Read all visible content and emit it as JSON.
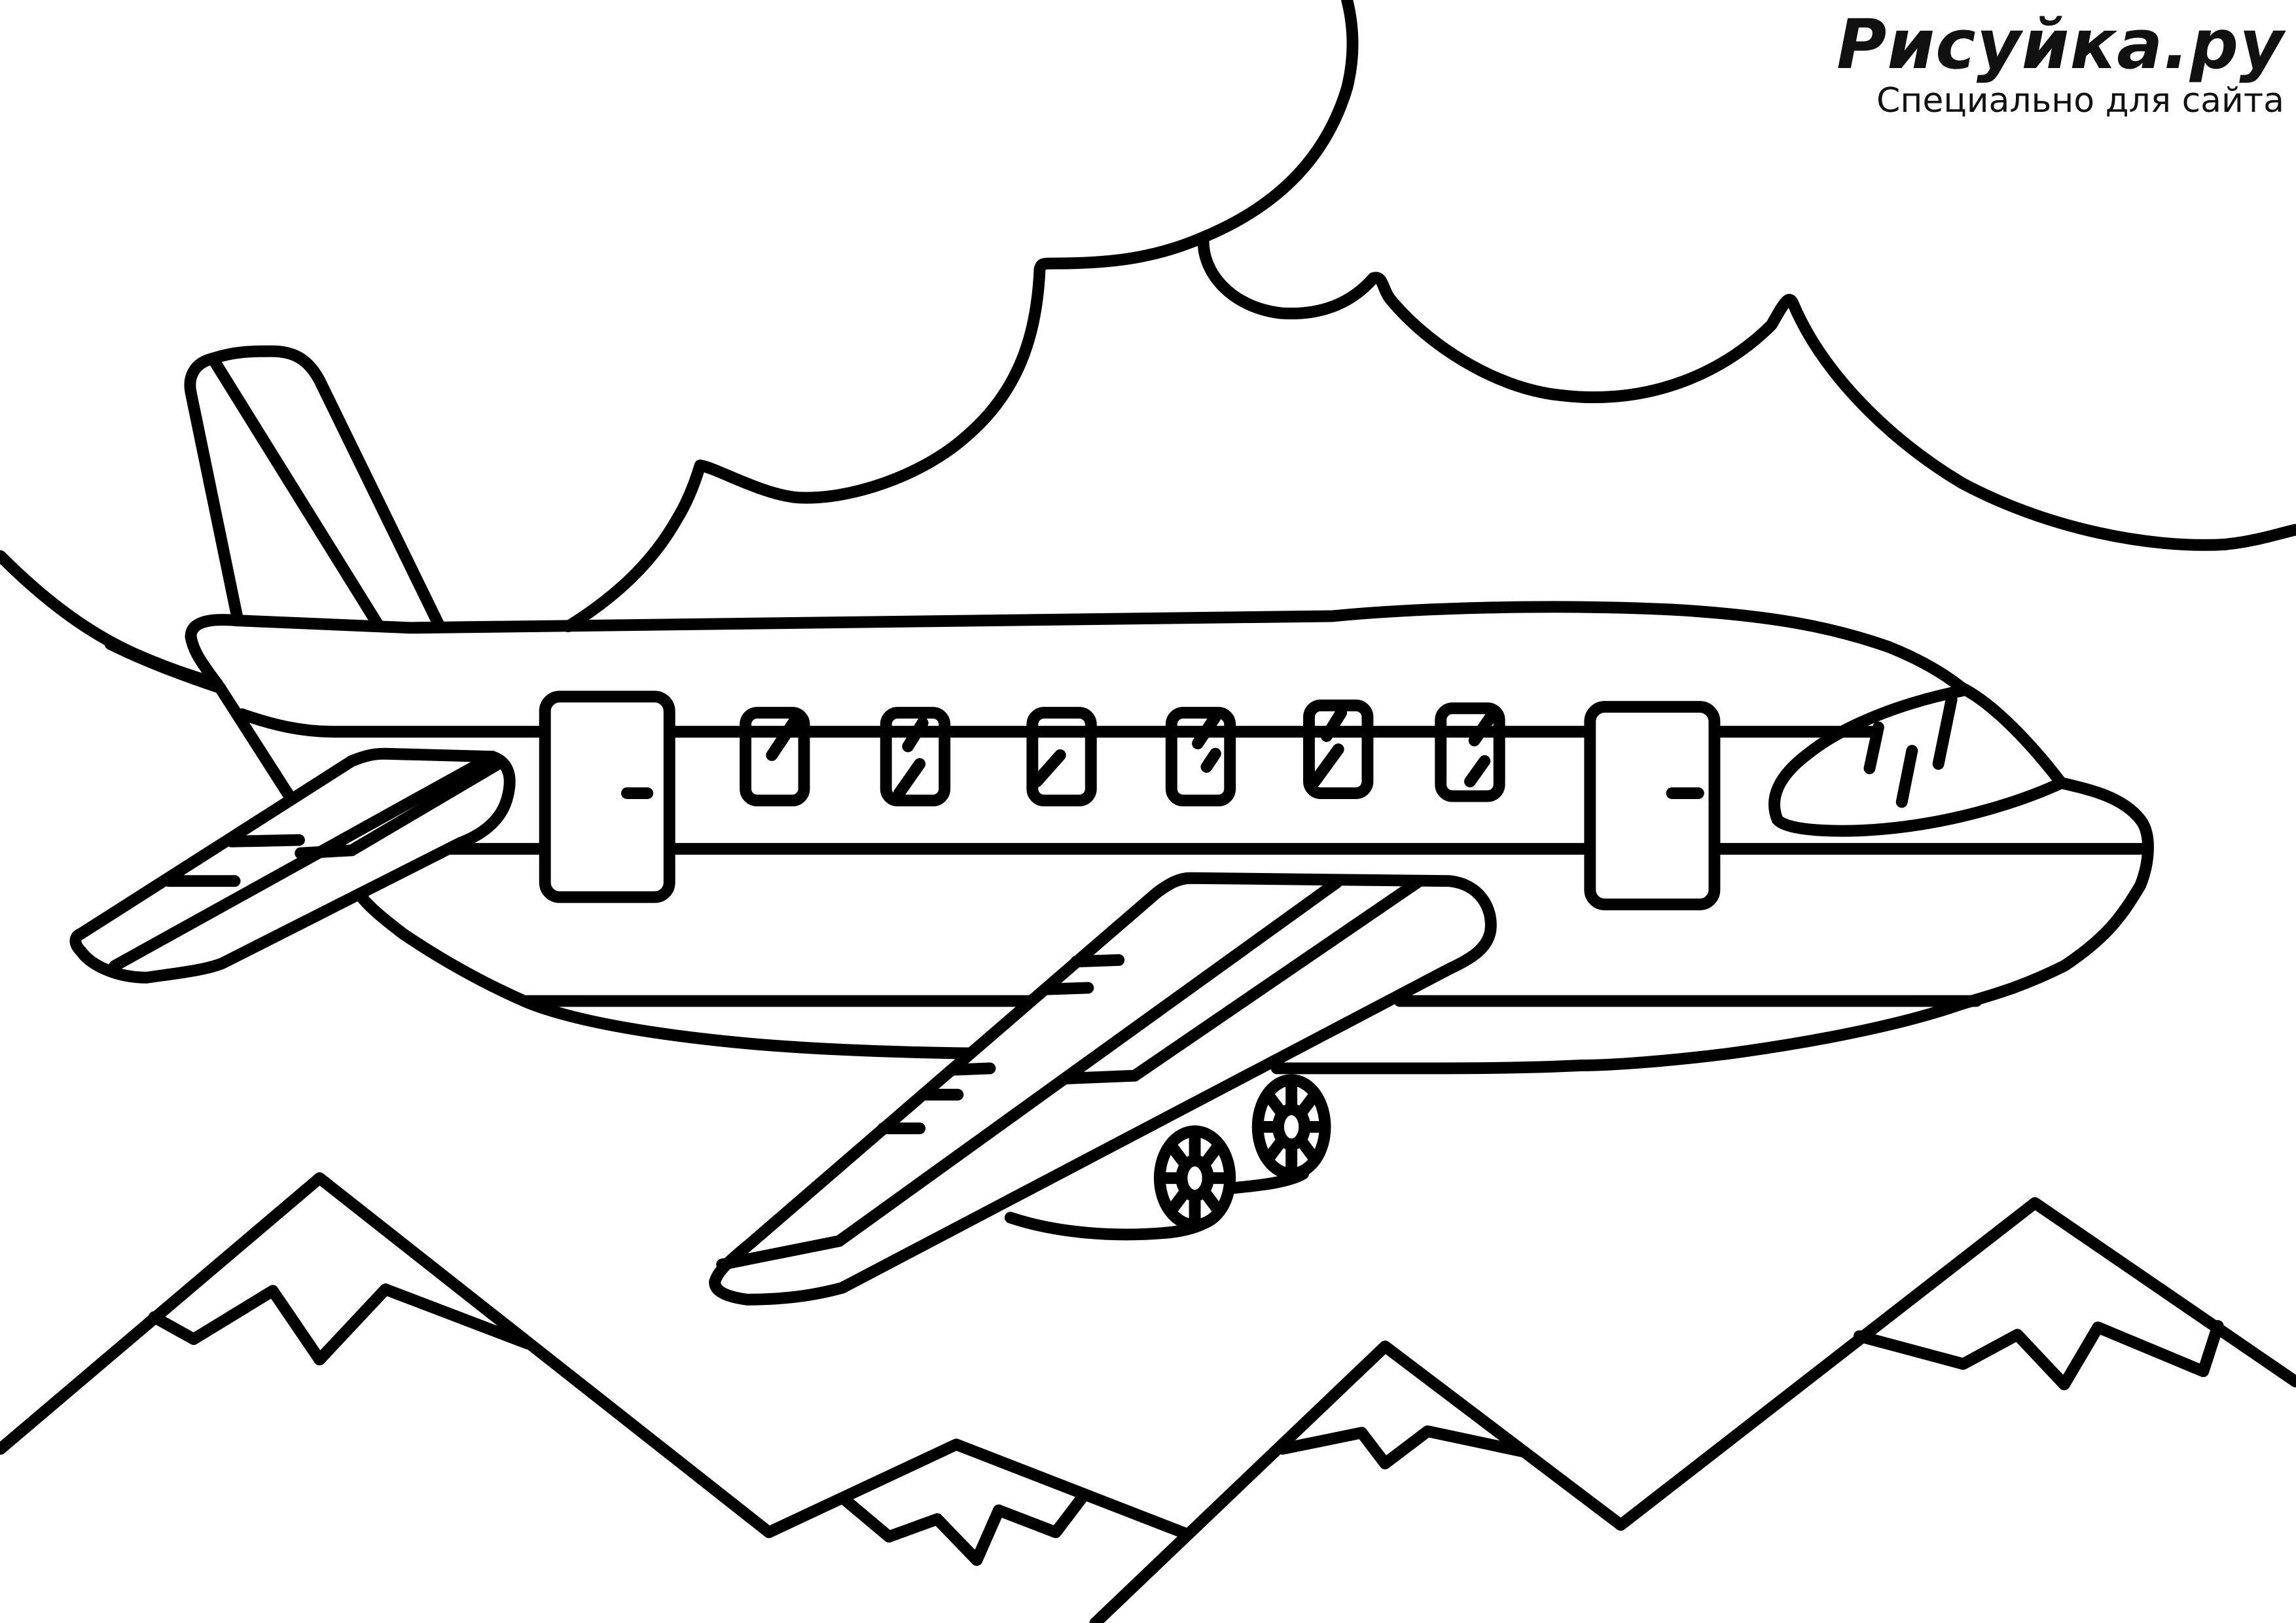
{
  "watermark": {
    "title": "Рисуйка.ру",
    "subtitle": "Специально для сайта"
  },
  "colors": {
    "background": "#ffffff",
    "ink": "#000000"
  },
  "picture": {
    "subject": "airplane-coloring-page",
    "elements": [
      "cloud",
      "airplane",
      "mountains"
    ]
  }
}
